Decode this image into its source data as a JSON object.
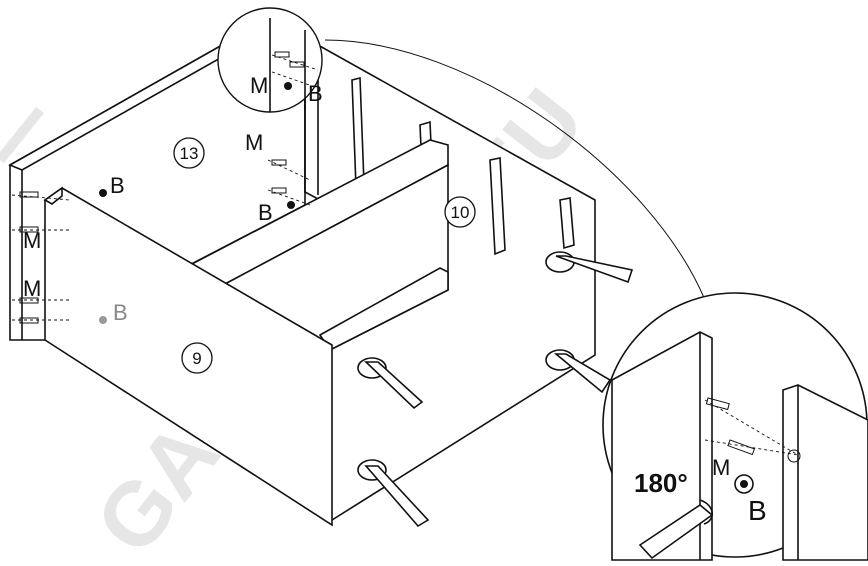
{
  "labels": {
    "m": "M",
    "b": "B",
    "part_13": "13",
    "part_10": "10",
    "part_9": "9",
    "rotation": "180°"
  },
  "watermarks": {
    "left": "GAGA",
    "right": "FUFU"
  }
}
